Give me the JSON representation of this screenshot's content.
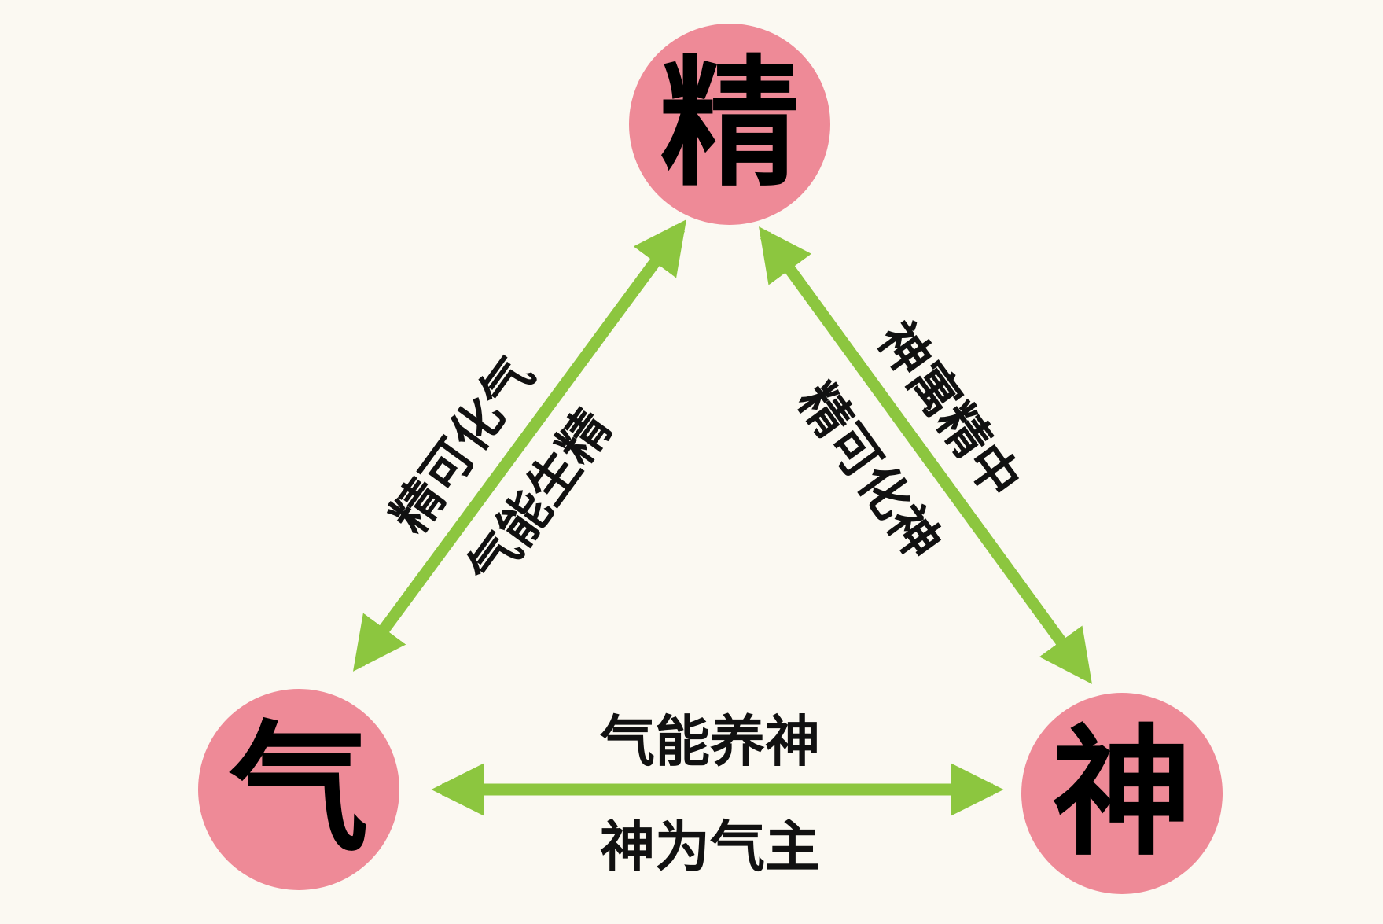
{
  "nodes": {
    "jing": "精",
    "qi": "气",
    "shen": "神"
  },
  "labels": {
    "jing_to_qi": "精可化气",
    "qi_to_jing": "气能生精",
    "shen_in_jing": "神寓精中",
    "jing_to_shen": "精可化神",
    "qi_nourish_shen": "气能养神",
    "shen_rule_qi": "神为气主"
  },
  "colors": {
    "node": "#ee8a97",
    "arrow": "#8cc63f",
    "background": "#fbf9f2"
  }
}
